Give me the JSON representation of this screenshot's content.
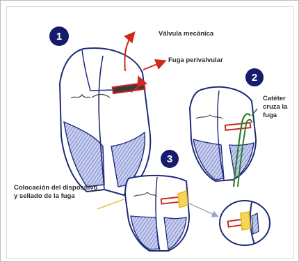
{
  "diagram": {
    "steps": [
      {
        "number": "1"
      },
      {
        "number": "2"
      },
      {
        "number": "3"
      }
    ],
    "labels": {
      "valve": "Válvula mecánica",
      "leak": "Fuga perivalvular",
      "catheter_line1": "Catéter",
      "catheter_line2": "cruza la",
      "catheter_line3": "fuga",
      "device_line1": "Colocación del dispositivo",
      "device_line2": "y sellado de la fuga"
    },
    "colors": {
      "outline": "#1e2a78",
      "badge": "#141c6b",
      "arrow_red": "#cc2a1e",
      "catheter_green": "#2e7d2e",
      "device_yellow": "#e8b820",
      "fill_blue": "#aab4e0"
    }
  }
}
